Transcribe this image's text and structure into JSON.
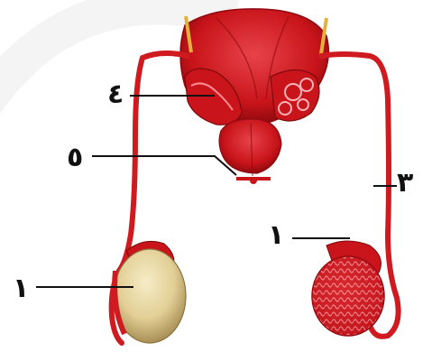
{
  "labels": {
    "four": "٤",
    "five": "٥",
    "three": "٣",
    "one_right": "١",
    "one_left": "١"
  },
  "colors": {
    "organ_red": "#c8141a",
    "organ_dark": "#8e0a0e",
    "organ_light": "#e8434a",
    "duct_red": "#cf1a20",
    "testis_cream": "#e4d4a0",
    "leader_line": "#111111",
    "background": "#ffffff"
  }
}
